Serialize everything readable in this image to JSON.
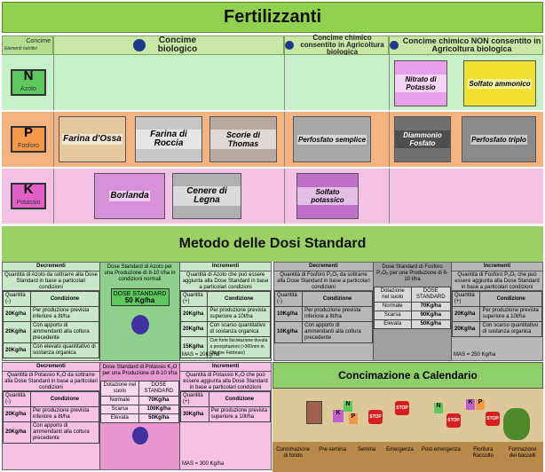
{
  "header": {
    "title": "Fertilizzanti"
  },
  "columns": {
    "corner_top": "Concime",
    "corner_bottom": "Elementi nutritivi",
    "organic": "Concime biologico",
    "chem_ok": "Concime chimico consentito in Agricoltura biologica",
    "chem_no": "Concime chimico NON consentito in Agricoltura biologica"
  },
  "nutrients": [
    {
      "letter": "N",
      "name": "Azoto"
    },
    {
      "letter": "P",
      "name": "Fosforo"
    },
    {
      "letter": "K",
      "name": "Potassio"
    }
  ],
  "products": {
    "nitrato_potassio": "Nitrato di Potassio",
    "solfato_ammonico": "Solfato ammonico",
    "farina_ossa": "Farina d'Ossa",
    "farina_roccia": "Farina di Roccia",
    "scorie_thomas": "Scorie di Thomas",
    "perfosfato_semplice": "Perfosfato semplice",
    "diammonio_fosfato": "Diammonio Fosfato",
    "perfosfato_triplo": "Perfosfato triplo",
    "borlanda": "Borlanda",
    "cenere_legna": "Cenere di Legna",
    "solfato_potassico": "Solfato potassico"
  },
  "metodo": {
    "title": "Metodo delle Dosi Standard"
  },
  "azoto": {
    "decrementi": "Decrementi",
    "decr_desc": "Quantità di Azoto da sottrarre alla Dose Standard in base a particolari condizioni",
    "col_qty": "Quantità (-)",
    "col_cond": "Condizione",
    "rows": [
      {
        "q": "20Kg/ha",
        "c": "Per produzione prevista inferiore a 8t/ha"
      },
      {
        "q": "20Kg/ha",
        "c": "Con apporto di ammendanti alla coltura precedente"
      },
      {
        "q": "20Kg/ha",
        "c": "Con elevato quantitativo di sostanza organica"
      }
    ],
    "dose_desc": "Dose Standard di Azoto per una Produzione di 8-10 t/ha in condizioni normali",
    "dose_label": "DOSE STANDARD",
    "dose_value": "50 Kg/ha",
    "incrementi": "Incrementi",
    "incr_desc": "Quantità di Azoto che può essere aggiunta alla Dose Standard in base a particolari condizioni",
    "incr_col_qty": "Quantità (+)",
    "incr_rows": [
      {
        "q": "20Kg/ha",
        "c": "Per produzione prevista superiore a 10t/ha"
      },
      {
        "q": "20Kg/ha",
        "c": "Con scarso quantitativo di sostanza organica"
      },
      {
        "q": "15Kg/ha",
        "c": "Con forte lisciviazione dovuta a precipitazioni (>300mm in Ottobre Febbraio)"
      }
    ],
    "mas": "MAS = 20Kg/ha"
  },
  "fosforo": {
    "decrementi": "Decrementi",
    "decr_desc": "Quantità di Fosforo P₂O₅ da sottrarre alla Dose Standard in base a particolari condizioni",
    "col_qty": "Quantità (-)",
    "col_cond": "Condizione",
    "rows": [
      {
        "q": "10Kg/ha",
        "c": "Per produzione prevista inferiore a 8t/ha"
      },
      {
        "q": "10Kg/ha",
        "c": "Con apporto di ammendanti alla coltura precedente"
      }
    ],
    "dose_desc": "Dose Standard di Fosforo P₂O₅ per una Produzione di 8-10 t/ha",
    "dot_h1": "Dotazione nel suolo",
    "dot_h2": "DOSE STANDARD",
    "dot_rows": [
      {
        "l": "Normale",
        "v": "70Kg/ha"
      },
      {
        "l": "Scarsa",
        "v": "90Kg/ha"
      },
      {
        "l": "Elevata",
        "v": "50Kg/ha"
      }
    ],
    "incrementi": "Incrementi",
    "incr_desc": "Quantità di Fosforo P₂O₅ che può essere aggiunta alla Dose Standard in base a particolari condizioni",
    "incr_col_qty": "Quantità (+)",
    "incr_rows": [
      {
        "q": "20Kg/ha",
        "c": "Per produzione prevista superiore a 10t/ha"
      },
      {
        "q": "20Kg/ha",
        "c": "Con scarso quantitativo di sostanza organica"
      }
    ],
    "mas": "MAS = 250 Kg/ha"
  },
  "potassio": {
    "decrementi": "Decrementi",
    "decr_desc": "Quantità di Potassio K₂O da sottrarre alla Dose Standard in base a particolari condizioni",
    "col_qty": "Quantità (-)",
    "col_cond": "Condizione",
    "rows": [
      {
        "q": "20Kg/ha",
        "c": "Per produzione prevista inferiore a 8t/ha"
      },
      {
        "q": "20Kg/ha",
        "c": "Con apporto di ammendanti alla coltura precedente"
      }
    ],
    "dose_desc": "Dose Standard di Potassio K₂O per una Produzione di 8-10 t/ha",
    "dot_h1": "Dotazione nel suolo",
    "dot_h2": "DOSE STANDARD",
    "dot_rows": [
      {
        "l": "Normale",
        "v": "70Kg/ha"
      },
      {
        "l": "Scarsa",
        "v": "100Kg/ha"
      },
      {
        "l": "Elevata",
        "v": "50Kg/ha"
      }
    ],
    "incrementi": "Incrementi",
    "incr_desc": "Quantità di Potassio K₂O che può essere aggiunta alla Dose Standard in base a particolari condizioni",
    "incr_col_qty": "Quantità (+)",
    "incr_rows": [
      {
        "q": "30Kg/ha",
        "c": "Per produzione prevista superiore a 10t/ha"
      }
    ],
    "mas": "MAS = 300 Kg/ha"
  },
  "calendario": {
    "title": "Concimazione a Calendario",
    "stop": "STOP",
    "stages": [
      "Concimazione di fondo",
      "Pre-semina",
      "Semina",
      "Emergenza",
      "Post-emergenza",
      "Fioritura Raccolto",
      "Formazione dei baccelli"
    ]
  }
}
